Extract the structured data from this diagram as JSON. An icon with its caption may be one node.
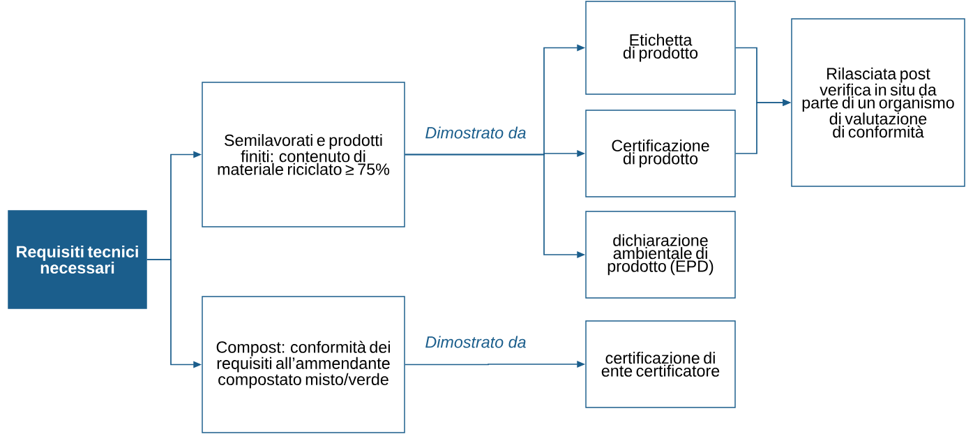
{
  "diagram": {
    "nodes": [
      {
        "text": [
          "Requisiti tecnici necessari"
        ]
      },
      {
        "text": [
          "Semilavorati e prodotti finiti: contenuto di materiale riciclato ≥ 75%"
        ]
      },
      {
        "text": [
          "Compost: conformità dei requisiti all’ammendante compostato misto/verde"
        ]
      },
      {
        "text": [
          "Etichetta di prodotto"
        ]
      },
      {
        "text": [
          "Certificazione di prodotto"
        ]
      },
      {
        "text": [
          "dichiarazione ambientale di prodotto (EPD)"
        ]
      },
      {
        "text": [
          "certificazione di ente certificatore"
        ]
      },
      {
        "text": [
          "Rilasciata post verifica in situ da parte di un organismo di valutazione di conformità"
        ]
      }
    ],
    "edges": [
      {
        "from": 0,
        "to": 1,
        "arrow": "to"
      },
      {
        "from": 0,
        "to": 2,
        "arrow": "to"
      },
      {
        "from": 1,
        "to": 3,
        "arrow": "to"
      },
      {
        "from": 1,
        "to": 4,
        "arrow": "to",
        "label": "Dimostrato da"
      },
      {
        "from": 1,
        "to": 5,
        "arrow": "to"
      },
      {
        "from": 2,
        "to": 6,
        "arrow": "to",
        "label": "Dimostrato da"
      },
      {
        "from": 3,
        "to": 7,
        "arrow": "to"
      },
      {
        "from": 4,
        "to": 7,
        "arrow": "to"
      }
    ]
  }
}
